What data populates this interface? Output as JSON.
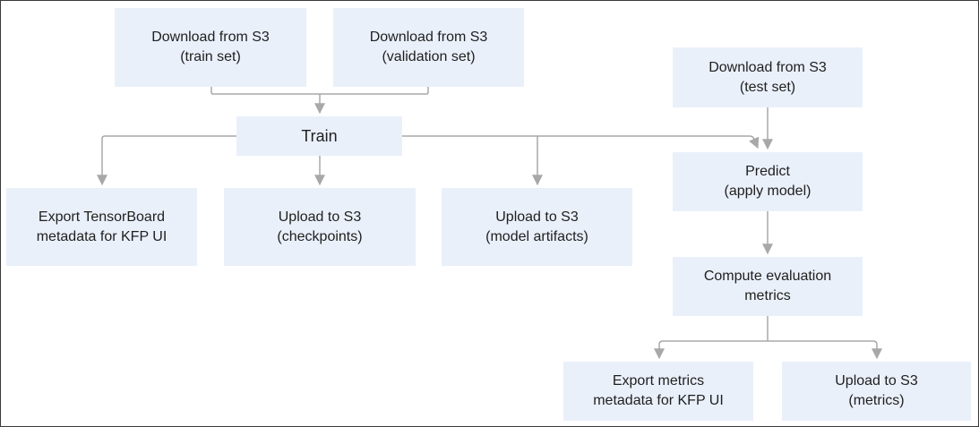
{
  "nodes": {
    "download_train": "Download from S3\n(train set)",
    "download_validation": "Download from S3\n(validation set)",
    "download_test": "Download from S3\n(test set)",
    "train": "Train",
    "export_tensorboard": "Export TensorBoard\nmetadata for KFP UI",
    "upload_checkpoints": "Upload to S3\n(checkpoints)",
    "upload_model_artifacts": "Upload to S3\n(model artifacts)",
    "predict": "Predict\n(apply model)",
    "compute_metrics": "Compute evaluation\nmetrics",
    "export_metrics": "Export metrics\nmetadata for KFP UI",
    "upload_metrics": "Upload to S3\n(metrics)"
  },
  "colors": {
    "node_fill": "#eaf0fa",
    "connector": "#a8a8a8",
    "border": "#3a3a3a",
    "text": "#1f1f1f"
  }
}
